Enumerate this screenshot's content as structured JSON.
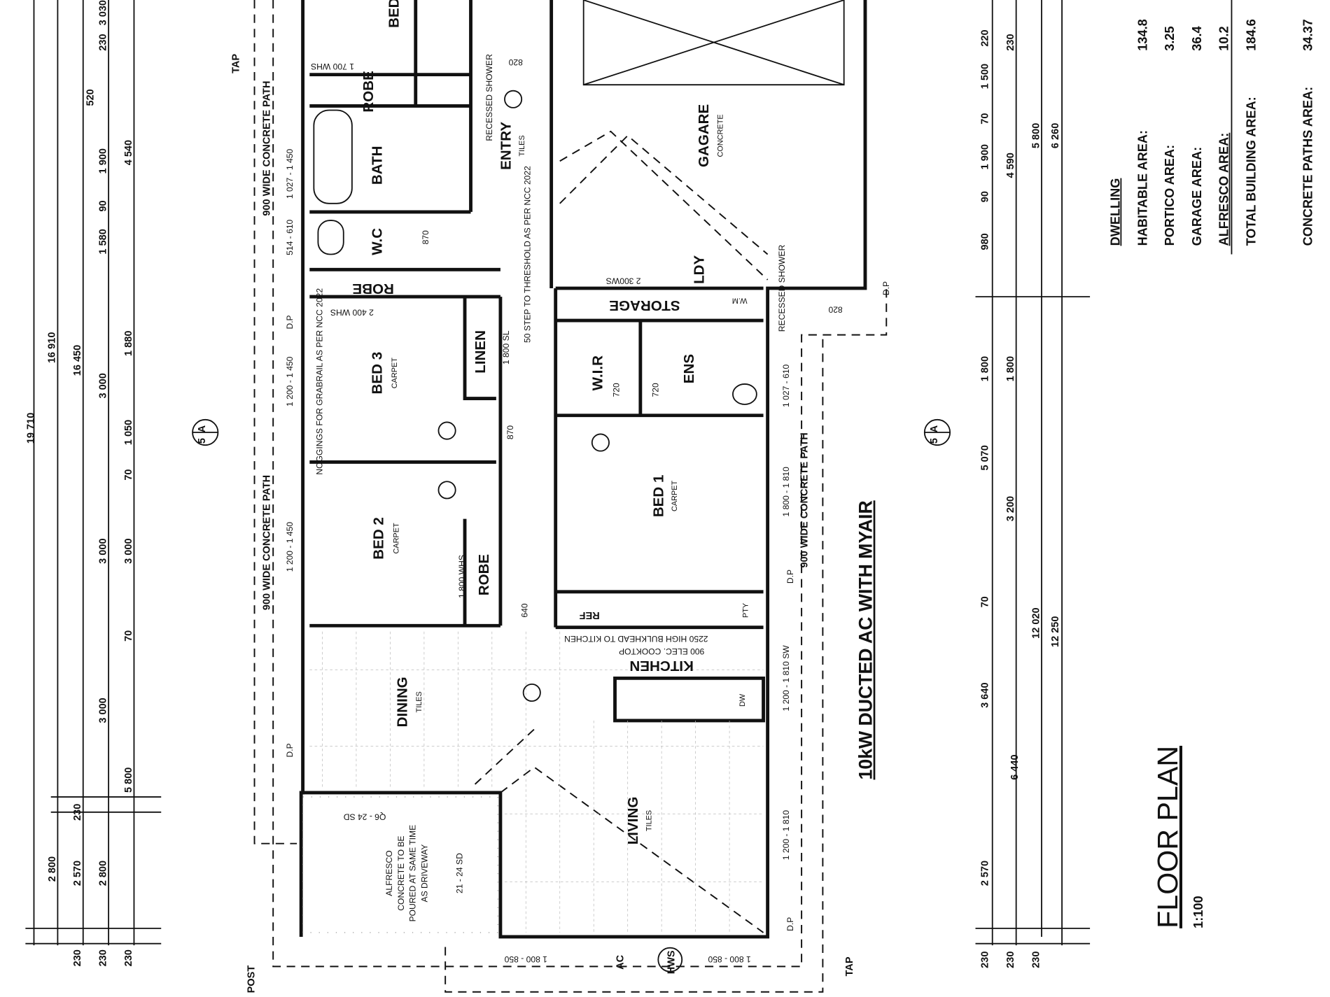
{
  "rooms": {
    "bed_top": "BED",
    "robe_1": "ROBE",
    "robe_1_note": "1 700 WHS",
    "bath": "BATH",
    "wc": "W.C",
    "robe_2": "ROBE",
    "robe_2_note": "2 400 WHS",
    "bed3": "BED 3",
    "bed3_floor": "CARPET",
    "linen": "LINEN",
    "bed2": "BED 2",
    "bed2_floor": "CARPET",
    "robe_3": "ROBE",
    "robe_3_note": "1 800 WHS",
    "dining": "DINING",
    "dining_floor": "TILES",
    "alfresco": "ALFRESCO",
    "alfresco_note1": "CONCRETE TO BE",
    "alfresco_note2": "POURED AT SAME TIME",
    "alfresco_note3": "AS DRIVEWAY",
    "alfresco_height": "21 - 24 SD",
    "alfresco_height2": "Q6 - 24 SD",
    "living": "LIVING",
    "living_floor": "TILES",
    "kitchen": "KITCHEN",
    "kitchen_note1": "900 ELEC. COOKTOP",
    "kitchen_note2": "2250 HIGH BULKHEAD TO KITCHEN",
    "ref": "REF",
    "pty": "PTY",
    "dw": "DW",
    "bed1": "BED 1",
    "bed1_floor": "CARPET",
    "wir": "W.I.R",
    "ens": "ENS",
    "storage": "STORAGE",
    "storage_note": "2 300WS",
    "ldy": "LDY",
    "wm": "W.M",
    "garage": "GAGARE",
    "garage_floor": "CONCRETE",
    "entry": "ENTRY",
    "entry_floor": "TILES",
    "recessed_shower_1": "RECESSED SHOWER",
    "recessed_shower_2": "RECESSED SHOWER",
    "step_note": "50 STEP TO THRESHOLD AS PER NCC 2022",
    "noggings_note": "NOGGINGS FOR GRABRAIL AS PER NCC 2022",
    "hws": "HWS",
    "ac": "AC"
  },
  "labels": {
    "path_left_1": "900 WIDE CONCRETE PATH",
    "path_left_2": "900 WIDE CONCRETE PATH",
    "path_right": "900 WIDE CONCRETE PATH",
    "ac_note": "10kW DUCTED AC WITH MYAIR",
    "tap_1": "TAP",
    "tap_2": "TAP",
    "post": "POST",
    "dp_1": "D.P",
    "dp_2": "D.P",
    "dp_3": "D.P",
    "dp_4": "D.P",
    "dp_5": "D.P",
    "win_1": "1 027 - 1 450",
    "win_2": "514 - 610",
    "win_3": "1 200 - 1 450",
    "win_4": "1 200 - 1 450",
    "win_5": "1 027 - 610",
    "win_6": "1 800 - 1 810",
    "win_7": "1 200 - 1 810 SW",
    "win_8": "1 200 - 1 810",
    "win_9": "1 800 - 850",
    "win_10": "1 800 - 850",
    "door_1": "870",
    "door_2": "870",
    "door_3": "820",
    "door_4": "820",
    "door_5": "720",
    "door_6": "720",
    "door_7": "1 800 SL",
    "door_8": "640",
    "section_a": "A",
    "section_5": "5"
  },
  "title": {
    "main": "FLOOR PLAN",
    "scale": "1:100"
  },
  "area_table": {
    "heading": "DWELLING",
    "rows": [
      {
        "label": "HABITABLE AREA:",
        "value": "134.8"
      },
      {
        "label": "PORTICO AREA:",
        "value": "3.25"
      },
      {
        "label": "GARAGE AREA:",
        "value": "36.4"
      },
      {
        "label": "ALFRESCO AREA:",
        "value": "10.2"
      },
      {
        "label": "TOTAL BUILDING  AREA:",
        "value": "184.6"
      },
      {
        "label": "CONCRETE PATHS AREA:",
        "value": "34.37"
      }
    ]
  },
  "dims_left": {
    "a": "19 710",
    "b": "16 910",
    "c": "2 800",
    "d": "16 450",
    "e": "2 570",
    "f": "3 030",
    "g": "4 540",
    "h": "3 000",
    "i": "3 000",
    "j": "3 000",
    "k": "2 800",
    "l": "1 900",
    "m": "1 580",
    "n": "1 880",
    "o": "1 050",
    "p": "3 000",
    "q": "5 800",
    "r": "230",
    "s": "230",
    "t": "230",
    "u": "230",
    "v": "230",
    "w": "70",
    "x": "70",
    "y": "90",
    "z": "520"
  },
  "dims_right": {
    "a": "1 500",
    "b": "1 900",
    "c": "980",
    "d": "1 800",
    "e": "5 070",
    "f": "3 640",
    "g": "2 570",
    "h": "230",
    "i": "4 590",
    "j": "3 200",
    "k": "1 800",
    "l": "230",
    "m": "5 800",
    "n": "12 020",
    "o": "6 440",
    "p": "230",
    "q": "6 260",
    "r": "12 250",
    "s": "230",
    "t": "70",
    "u": "90",
    "v": "220",
    "w": "70"
  }
}
